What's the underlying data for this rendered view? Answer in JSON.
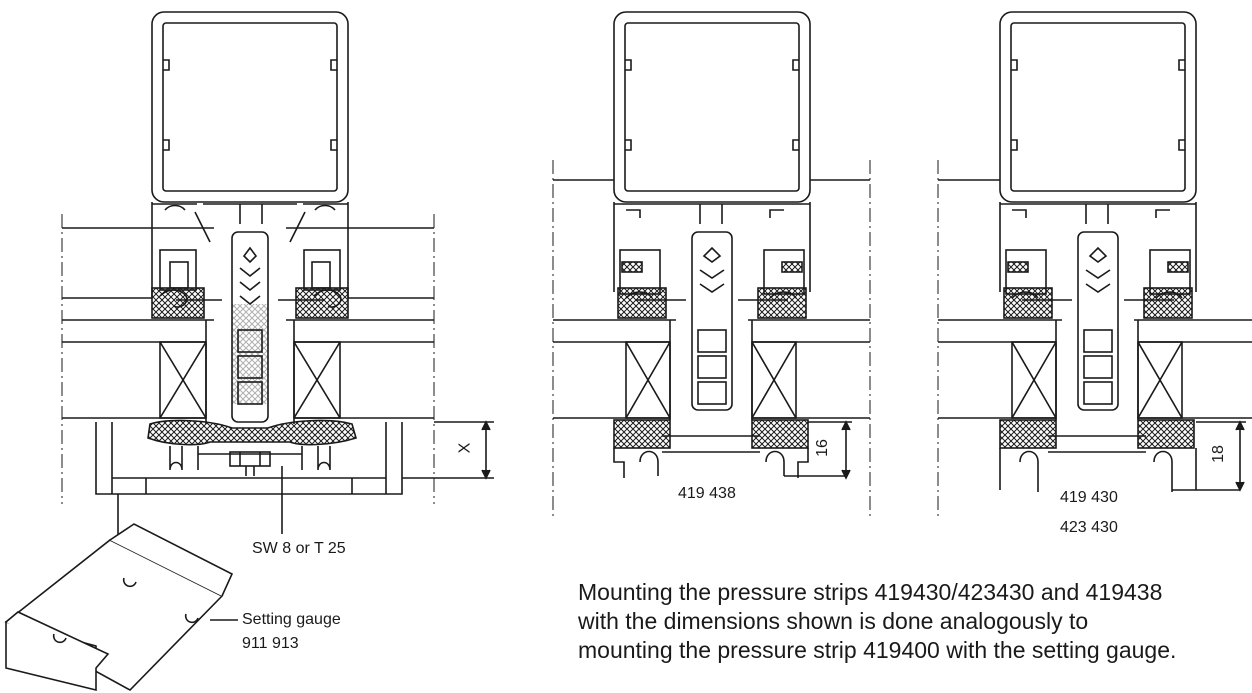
{
  "labels": {
    "dim_x": "X",
    "tool_size": "SW 8 or T 25",
    "gauge_name": "Setting gauge",
    "gauge_number": "911 913",
    "strip_b": "419 438",
    "dim_b": "16",
    "strip_c1": "419 430",
    "strip_c2": "423 430",
    "dim_c": "18"
  },
  "note": {
    "line1": "Mounting the pressure strips 419430/423430 and 419438",
    "line2": "with the dimensions shown is done analogously to",
    "line3": "mounting the pressure strip 419400 with the setting gauge."
  },
  "colors": {
    "line": "#1a1a1a",
    "background": "#ffffff"
  }
}
